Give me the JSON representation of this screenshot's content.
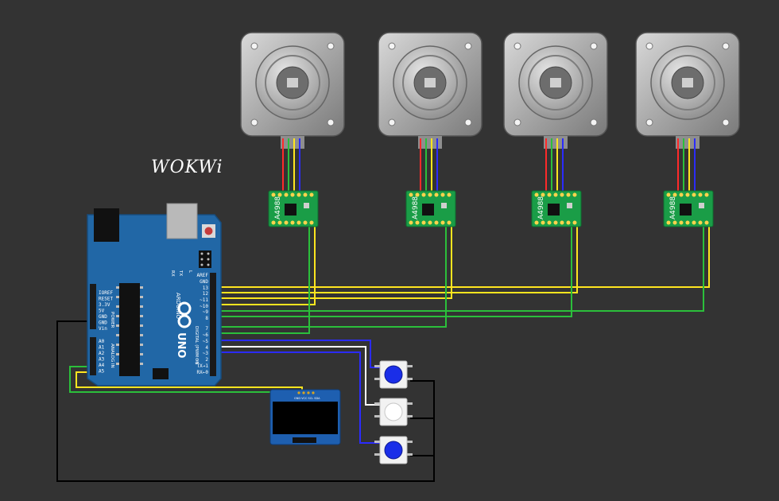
{
  "brand": {
    "text": "WOKWi"
  },
  "drivers": [
    {
      "label": "A4988"
    },
    {
      "label": "A4988"
    },
    {
      "label": "A4988"
    },
    {
      "label": "A4988"
    }
  ],
  "arduino": {
    "logo_text": "ARDUINO",
    "model": "UNO",
    "digital_label": "DIGITAL (PWM ~)",
    "power_label": "POWER",
    "analog_label": "ANALOG IN",
    "on_label": "ON",
    "tx_label": "TX",
    "rx_label": "RX",
    "l_label": "L",
    "left_pins": [
      "IOREF",
      "RESET",
      "3.3V",
      "5V",
      "GND",
      "GND",
      "Vin"
    ],
    "analog_pins": [
      "A0",
      "A1",
      "A2",
      "A3",
      "A4",
      "A5"
    ],
    "right_pins": [
      "AREF",
      "GND",
      "13",
      "12",
      "~11",
      "~10",
      "~9",
      "8",
      "7",
      "~6",
      "~5",
      "4",
      "~3",
      "2",
      "TX→1",
      "RX←0"
    ]
  },
  "oled": {
    "pins": "GND VCC SCL SDA"
  },
  "colors": {
    "background": "#333333",
    "board": "#2167a6",
    "driver_pcb": "#1a9d47",
    "wire_red": "#ff2a2a",
    "wire_green": "#2bbf3b",
    "wire_yellow": "#ffe51f",
    "wire_blue": "#2b2bff",
    "wire_black": "#000000",
    "wire_white": "#ffffff",
    "button_blue": "#1a2ee8",
    "button_white": "#ffffff"
  }
}
